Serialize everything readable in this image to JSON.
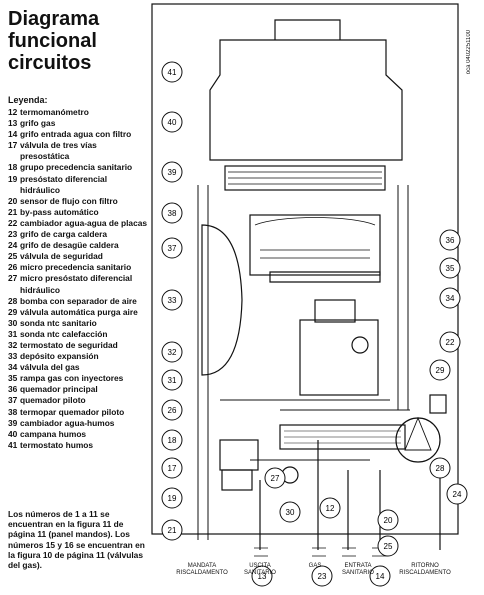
{
  "title": [
    "Diagrama",
    "funcional",
    "circuitos"
  ],
  "legend_heading": "Leyenda:",
  "legend": [
    {
      "n": "12",
      "t": "termomanómetro"
    },
    {
      "n": "13",
      "t": "grifo gas"
    },
    {
      "n": "14",
      "t": "grifo entrada agua con filtro"
    },
    {
      "n": "17",
      "t": "válvula de tres vías presostática"
    },
    {
      "n": "18",
      "t": "grupo precedencia sanitario"
    },
    {
      "n": "19",
      "t": "presóstato diferencial hidráulico"
    },
    {
      "n": "20",
      "t": "sensor de flujo con filtro"
    },
    {
      "n": "21",
      "t": "by-pass automático"
    },
    {
      "n": "22",
      "t": "cambiador agua-agua de placas"
    },
    {
      "n": "23",
      "t": "grifo de carga caldera"
    },
    {
      "n": "24",
      "t": "grifo de desagüe caldera"
    },
    {
      "n": "25",
      "t": "válvula de seguridad"
    },
    {
      "n": "26",
      "t": "micro precedencia sanitario"
    },
    {
      "n": "27",
      "t": "micro presóstato diferencial hidráulico"
    },
    {
      "n": "28",
      "t": "bomba con separador de aire"
    },
    {
      "n": "29",
      "t": "válvula automática purga aire"
    },
    {
      "n": "30",
      "t": "sonda ntc sanitario"
    },
    {
      "n": "31",
      "t": "sonda ntc calefacción"
    },
    {
      "n": "32",
      "t": "termostato de seguridad"
    },
    {
      "n": "33",
      "t": "depósito expansión"
    },
    {
      "n": "34",
      "t": "válvula del gas"
    },
    {
      "n": "35",
      "t": "rampa gas con inyectores"
    },
    {
      "n": "36",
      "t": "quemador principal"
    },
    {
      "n": "37",
      "t": "quemador piloto"
    },
    {
      "n": "38",
      "t": "termopar quemador piloto"
    },
    {
      "n": "39",
      "t": "cambiador agua-humos"
    },
    {
      "n": "40",
      "t": "campana humos"
    },
    {
      "n": "41",
      "t": "termostato humos"
    }
  ],
  "footnote": "Los números de 1 a 11 se encuentran en la figura 11 de página 11 (panel mandos). Los números 15 y 16 se encuentran en la figura 10 de página 11 (válvulas del gas).",
  "doc_code": "oca 0402251100",
  "callouts": [
    "41",
    "40",
    "39",
    "38",
    "37",
    "33",
    "32",
    "31",
    "26",
    "18",
    "17",
    "19",
    "21",
    "30",
    "12",
    "13",
    "23",
    "14",
    "25",
    "20",
    "24",
    "28",
    "29",
    "22",
    "34",
    "35",
    "36",
    "27"
  ],
  "bottom_labels": [
    "MANDATA\nRISCALDAMENTO",
    "USCITA\nSANITARIO",
    "GAS",
    "ENTRATA\nSANITARIO",
    "RITORNO\nRISCALDAMENTO"
  ]
}
